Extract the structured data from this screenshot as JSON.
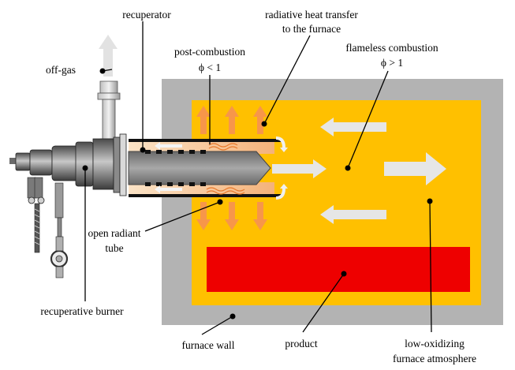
{
  "labels": {
    "recuperator": "recuperator",
    "radiative_line1": "radiative heat transfer",
    "radiative_line2": "to the furnace",
    "post_combustion": "post-combustion",
    "post_combustion_phi": "ϕ < 1",
    "flameless_combustion": "flameless combustion",
    "flameless_phi": "ϕ > 1",
    "off_gas": "off-gas",
    "open_radiant_tube_line1": "open radiant",
    "open_radiant_tube_line2": "tube",
    "recuperative_burner": "recuperative burner",
    "furnace_wall": "furnace wall",
    "product": "product",
    "low_oxidizing_line1": "low-oxidizing",
    "low_oxidizing_line2": "furnace atmosphere"
  },
  "colors": {
    "furnace_wall": "#b3b3b3",
    "furnace_atmosphere": "#ffc000",
    "product": "#ee0000",
    "flame_arrow": "#f7964a",
    "flow_arrow": "#e6e6e6",
    "tube_inner": "#8c8c8c",
    "burner_body": "#6e6e6e"
  }
}
